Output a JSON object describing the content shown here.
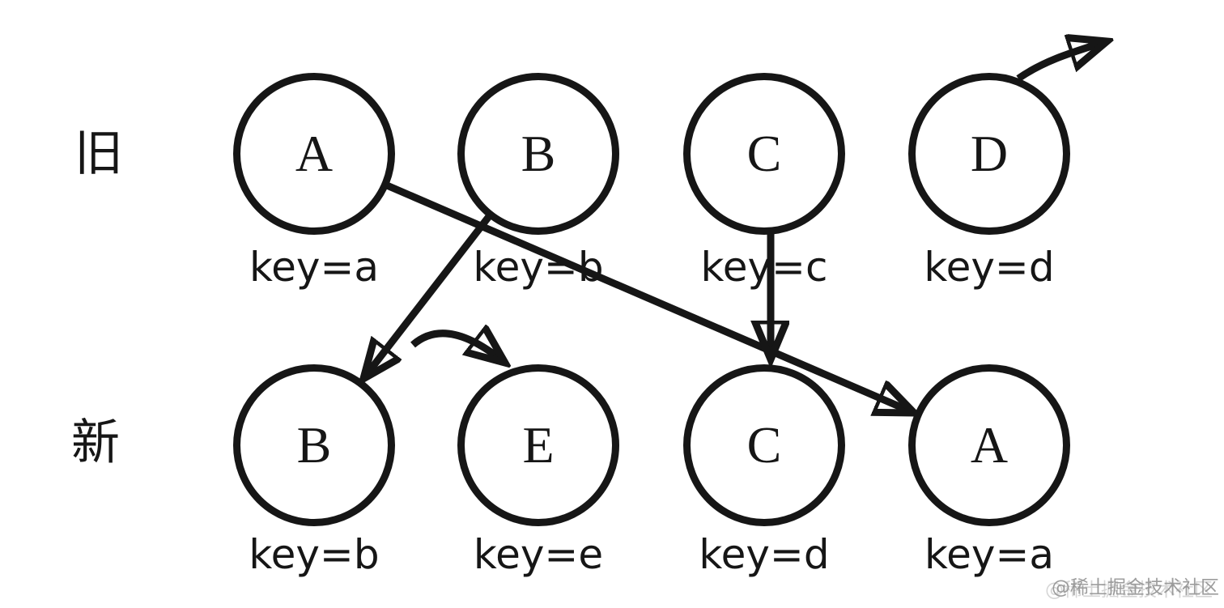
{
  "diagram": {
    "type": "keyed-list-diff",
    "old_row": {
      "label": "旧",
      "nodes": [
        {
          "letter": "A",
          "key": "key=a"
        },
        {
          "letter": "B",
          "key": "key=b"
        },
        {
          "letter": "C",
          "key": "key=c"
        },
        {
          "letter": "D",
          "key": "key=d"
        }
      ]
    },
    "new_row": {
      "label": "新",
      "nodes": [
        {
          "letter": "B",
          "key": "key=b"
        },
        {
          "letter": "E",
          "key": "key=e"
        },
        {
          "letter": "C",
          "key": "key=d"
        },
        {
          "letter": "A",
          "key": "key=a"
        }
      ]
    },
    "arrows": [
      {
        "type": "move",
        "from": "old-A",
        "to": "new-A"
      },
      {
        "type": "move",
        "from": "old-B",
        "to": "new-B"
      },
      {
        "type": "move",
        "from": "old-C",
        "to": "new-C"
      },
      {
        "type": "remove",
        "from": "old-D",
        "to": "offscreen-right"
      },
      {
        "type": "insert",
        "from": "offscreen",
        "to": "new-E"
      }
    ],
    "colors": {
      "stroke": "#161616",
      "background": "#ffffff",
      "watermark": "#8c8c8c"
    },
    "watermark": "@稀土掘金技术社区"
  }
}
